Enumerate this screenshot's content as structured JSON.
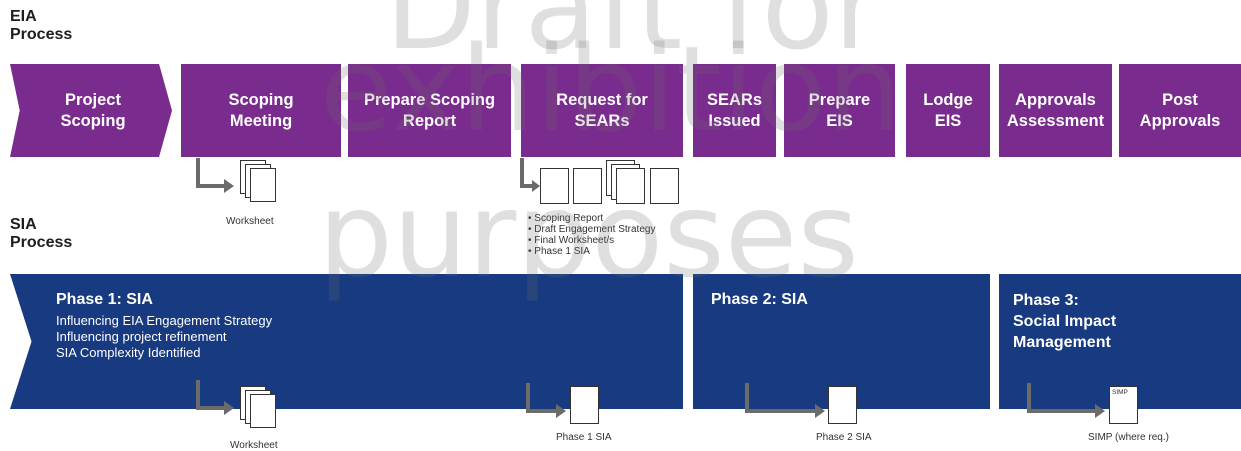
{
  "eia": {
    "heading": "EIA\nProcess",
    "steps": [
      {
        "label": "Project\nScoping"
      },
      {
        "label": "Scoping\nMeeting"
      },
      {
        "label": "Prepare Scoping\nReport"
      },
      {
        "label": "Request for\nSEARs"
      },
      {
        "label": "SEARs\nIssued"
      },
      {
        "label": "Prepare\nEIS"
      },
      {
        "label": "Lodge\nEIS"
      },
      {
        "label": "Approvals\nAssessment"
      },
      {
        "label": "Post\nApprovals"
      }
    ],
    "color": "#7a2b8e",
    "worksheet_caption": "Worksheet",
    "sears_bullets": [
      "Scoping Report",
      "Draft Engagement Strategy",
      "Final Worksheet/s",
      "Phase 1 SIA"
    ]
  },
  "sia": {
    "heading": "SIA\nProcess",
    "color": "#173a80",
    "phases": [
      {
        "title": "Phase 1: SIA",
        "lines": [
          "Influencing EIA Engagement Strategy",
          "Influencing project refinement",
          "SIA Complexity Identified"
        ]
      },
      {
        "title": "Phase 2: SIA",
        "lines": []
      },
      {
        "title": "Phase 3:\nSocial Impact\nManagement",
        "lines": []
      }
    ],
    "outputs": [
      {
        "caption": "Worksheet"
      },
      {
        "caption": "Phase 1 SIA"
      },
      {
        "caption": "Phase 2 SIA"
      },
      {
        "caption": "SIMP (where req.)",
        "doc_label": "SIMP"
      }
    ]
  },
  "watermark": [
    "Draft for",
    "exhibition",
    "purposes"
  ]
}
